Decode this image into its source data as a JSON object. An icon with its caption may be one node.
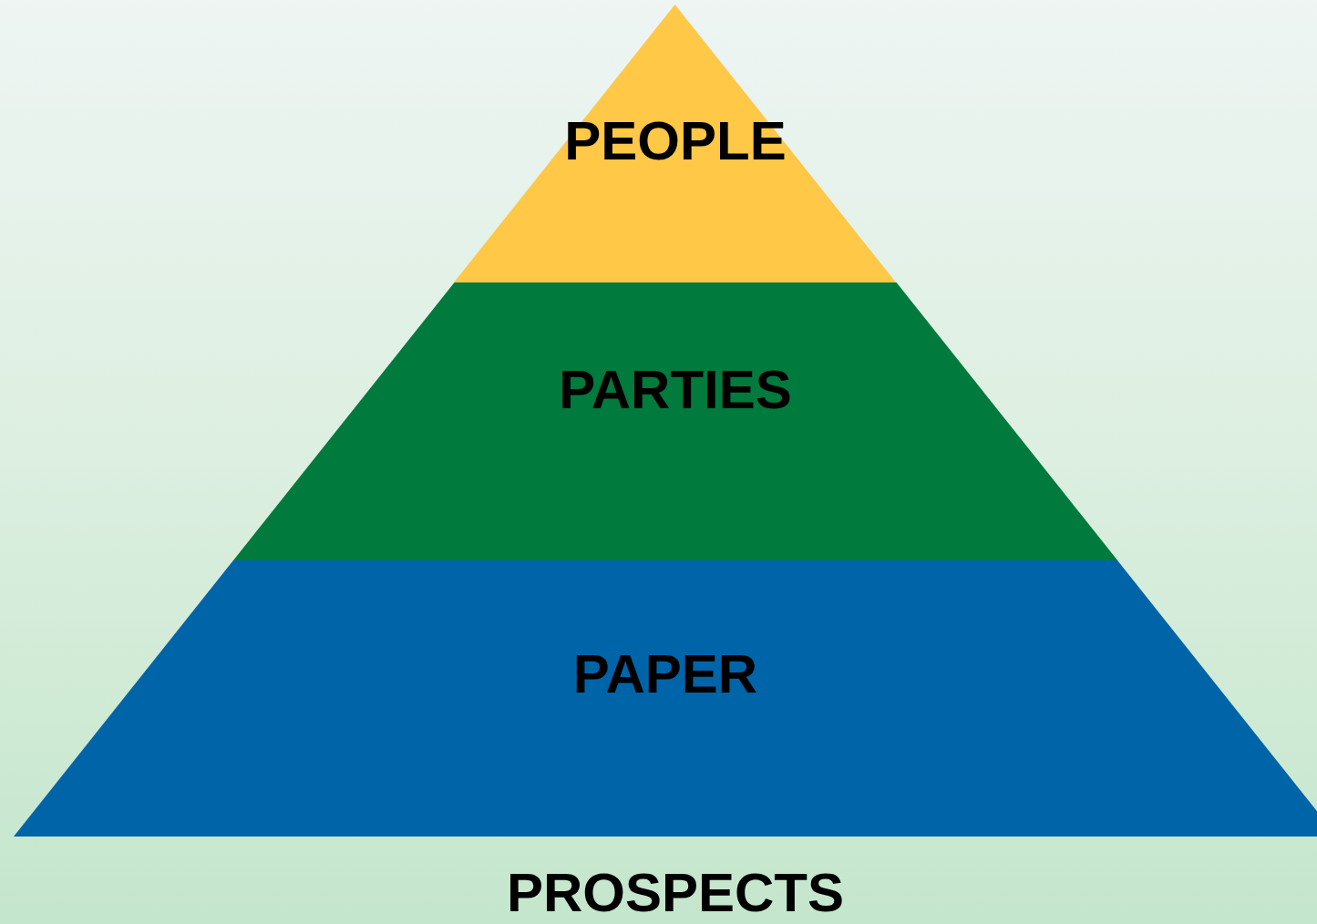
{
  "diagram": {
    "nodes": [
      {
        "text": [
          "PEOPLE"
        ]
      },
      {
        "text": [
          "PARTIES"
        ]
      },
      {
        "text": [
          "PAPER"
        ]
      }
    ],
    "labels": [
      "PROSPECTS"
    ]
  }
}
